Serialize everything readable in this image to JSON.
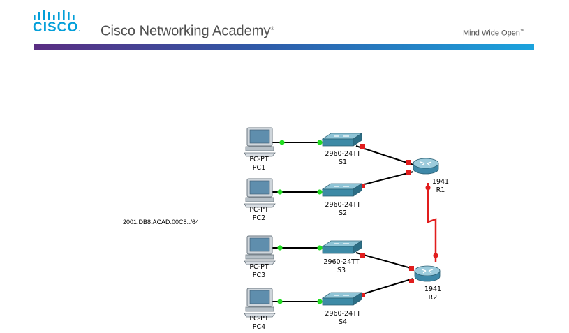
{
  "header": {
    "logo_text": "CISCO",
    "academy_title": "Cisco Networking Academy",
    "trademark": "®",
    "tagline": "Mind Wide Open",
    "tagline_tm": "™",
    "colors": {
      "logo": "#049fd9",
      "rule_start": "#5a2d82",
      "rule_end": "#1ba3dd"
    }
  },
  "diagram": {
    "ipv6_prefix": "2001:DB8:ACAD:00C8::/64",
    "pcs": [
      {
        "model": "PC-PT",
        "name": "PC1"
      },
      {
        "model": "PC-PT",
        "name": "PC2"
      },
      {
        "model": "PC-PT",
        "name": "PC3"
      },
      {
        "model": "PC-PT",
        "name": "PC4"
      }
    ],
    "switches": [
      {
        "model": "2960-24TT",
        "name": "S1"
      },
      {
        "model": "2960-24TT",
        "name": "S2"
      },
      {
        "model": "2960-24TT",
        "name": "S3"
      },
      {
        "model": "2960-24TT",
        "name": "S4"
      }
    ],
    "routers": [
      {
        "model": "1941",
        "name": "R1"
      },
      {
        "model": "1941",
        "name": "R2"
      }
    ],
    "colors": {
      "link": "#000000",
      "serial": "#e11d1d",
      "port_up": "#22dd22",
      "port_down": "#e11d1d"
    }
  }
}
